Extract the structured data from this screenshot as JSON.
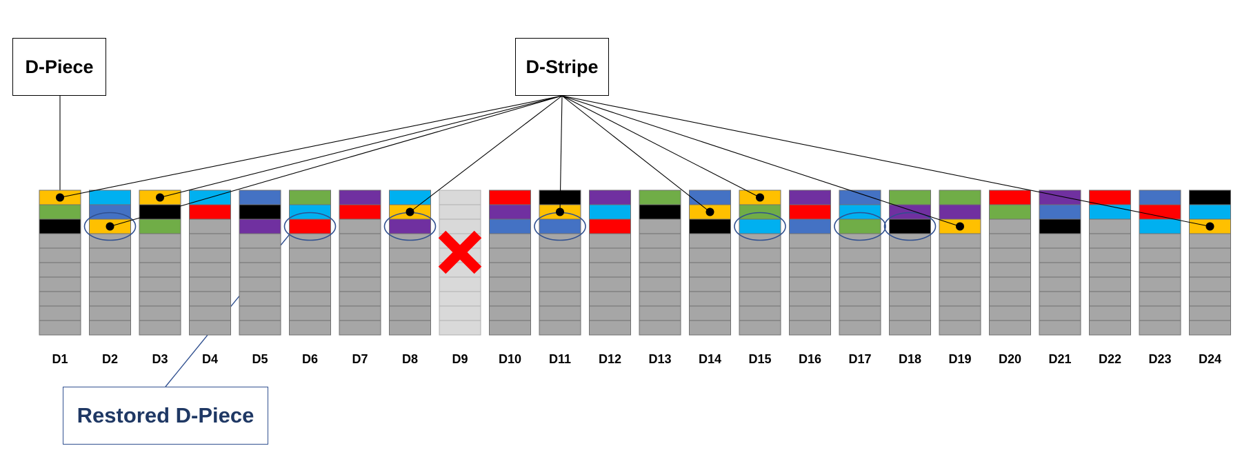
{
  "labels": {
    "d_piece": "D-Piece",
    "d_stripe": "D-Stripe",
    "restored": "Restored D-Piece"
  },
  "colors": {
    "Y": "#FFC000",
    "C": "#00B0F0",
    "G": "#70AD47",
    "K": "#000000",
    "B": "#4472C4",
    "R": "#FF0000",
    "P": "#7030A0",
    "grey": "#A6A6A6",
    "failed_grey": "#D9D9D9",
    "cross": "#FF0000",
    "circle": "#2F4F8F",
    "grid_line": "#6F6F6F"
  },
  "failed_disk": "D9",
  "disks": [
    {
      "label": "D1",
      "top": [
        "Y",
        "G",
        "K"
      ],
      "dot": 0,
      "circle": null
    },
    {
      "label": "D2",
      "top": [
        "C",
        "B",
        "Y"
      ],
      "dot": 2,
      "circle": 2
    },
    {
      "label": "D3",
      "top": [
        "Y",
        "K",
        "G"
      ],
      "dot": 0,
      "circle": null
    },
    {
      "label": "D4",
      "top": [
        "C",
        "R"
      ],
      "dot": null,
      "circle": null
    },
    {
      "label": "D5",
      "top": [
        "B",
        "K",
        "P"
      ],
      "dot": null,
      "circle": null
    },
    {
      "label": "D6",
      "top": [
        "G",
        "C",
        "R"
      ],
      "dot": null,
      "circle": 2
    },
    {
      "label": "D7",
      "top": [
        "P",
        "R"
      ],
      "dot": null,
      "circle": null
    },
    {
      "label": "D8",
      "top": [
        "C",
        "Y",
        "P"
      ],
      "dot": 1,
      "circle": 2
    },
    {
      "label": "D9",
      "top": [],
      "dot": null,
      "circle": null
    },
    {
      "label": "D10",
      "top": [
        "R",
        "P",
        "B"
      ],
      "dot": null,
      "circle": null
    },
    {
      "label": "D11",
      "top": [
        "K",
        "Y",
        "B"
      ],
      "dot": 1,
      "circle": 2
    },
    {
      "label": "D12",
      "top": [
        "P",
        "C",
        "R"
      ],
      "dot": null,
      "circle": null
    },
    {
      "label": "D13",
      "top": [
        "G",
        "K"
      ],
      "dot": null,
      "circle": null
    },
    {
      "label": "D14",
      "top": [
        "B",
        "Y",
        "K"
      ],
      "dot": 1,
      "circle": null
    },
    {
      "label": "D15",
      "top": [
        "Y",
        "G",
        "C"
      ],
      "dot": 0,
      "circle": 2
    },
    {
      "label": "D16",
      "top": [
        "P",
        "R",
        "B"
      ],
      "dot": null,
      "circle": null
    },
    {
      "label": "D17",
      "top": [
        "B",
        "C",
        "G"
      ],
      "dot": null,
      "circle": 2
    },
    {
      "label": "D18",
      "top": [
        "G",
        "P",
        "K"
      ],
      "dot": null,
      "circle": 2
    },
    {
      "label": "D19",
      "top": [
        "G",
        "P",
        "Y"
      ],
      "dot": 2,
      "circle": null
    },
    {
      "label": "D20",
      "top": [
        "R",
        "G"
      ],
      "dot": null,
      "circle": null
    },
    {
      "label": "D21",
      "top": [
        "P",
        "B",
        "K"
      ],
      "dot": null,
      "circle": null
    },
    {
      "label": "D22",
      "top": [
        "R",
        "C"
      ],
      "dot": null,
      "circle": null
    },
    {
      "label": "D23",
      "top": [
        "B",
        "R",
        "C"
      ],
      "dot": null,
      "circle": null
    },
    {
      "label": "D24",
      "top": [
        "K",
        "C",
        "Y"
      ],
      "dot": 2,
      "circle": null
    }
  ]
}
